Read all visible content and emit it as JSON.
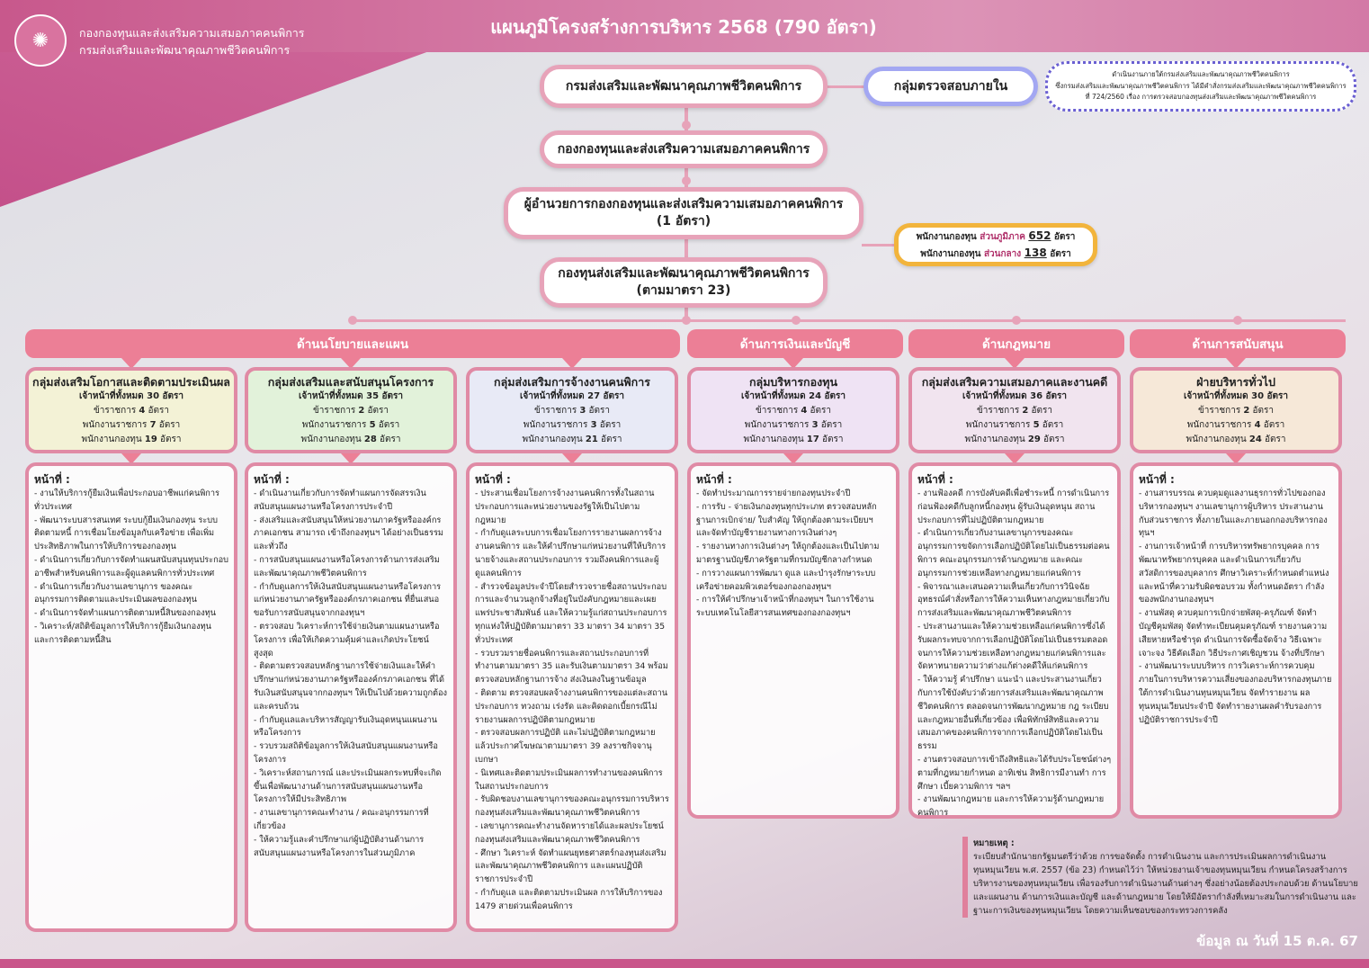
{
  "header": {
    "org_line1": "กองกองทุนและส่งเสริมความเสมอภาคคนพิการ",
    "org_line2": "กรมส่งเสริมและพัฒนาคุณภาพชีวิตคนพิการ",
    "title": "แผนภูมิโครงสร้างการบริหาร 2568 (790 อัตรา)"
  },
  "top": {
    "department": "กรมส่งเสริมและพัฒนาคุณภาพชีวิตคนพิการ",
    "division": "กองกองทุนและส่งเสริมความเสมอภาคคนพิการ",
    "director": "ผู้อำนวยการกองกองทุนและส่งเสริมความเสมอภาคคนพิการ",
    "director_count": "(1 อัตรา)",
    "fund": "กองทุนส่งเสริมและพัฒนาคุณภาพชีวิตคนพิการ",
    "fund_sub": "(ตามมาตรา 23)",
    "audit": "กลุ่มตรวจสอบภายใน",
    "audit_note": [
      "ดำเนินงานภายใต้กรมส่งเสริมและพัฒนาคุณภาพชีวิตคนพิการ",
      "ซึ่งกรมส่งเสริมและพัฒนาคุณภาพชีวิตคนพิการ ได้มีคำสั่งกรมส่งเสริมและพัฒนาคุณภาพชีวิตคนพิการ",
      "ที่ 724/2560 เรื่อง การตรวจสอบกองทุนส่งเสริมและพัฒนาคุณภาพชีวิตคนพิการ"
    ],
    "staff": {
      "prefix": "พนักงานกองทุน",
      "regional_label": "ส่วนภูมิภาค",
      "regional_count": "652",
      "central_label": "ส่วนกลาง",
      "central_count": "138",
      "unit": "อัตรา"
    }
  },
  "categories": [
    "ด้านนโยบายและแผน",
    "ด้านการเงินและบัญชี",
    "ด้านกฎหมาย",
    "ด้านการสนับสนุน"
  ],
  "labels": {
    "total": "เจ้าหน้าที่ทั้งหมด",
    "civil": "ข้าราชการ",
    "gov_emp": "พนักงานราชการ",
    "fund_emp": "พนักงานกองทุน",
    "unit": "อัตรา",
    "duties": "หน้าที่ :"
  },
  "groups": [
    {
      "name": "กลุ่มส่งเสริมโอกาสและติดตามประเมินผล",
      "total": "30",
      "civil": "4",
      "gov_emp": "7",
      "fund_emp": "19",
      "color": "#f3f2d6",
      "duties": [
        "- งานให้บริการกู้ยืมเงินเพื่อประกอบอาชีพแก่คนพิการทั่วประเทศ",
        "- พัฒนาระบบสารสนเทศ ระบบกู้ยืมเงินกองทุน ระบบติดตามหนี้ การเชื่อมโยงข้อมูลกับเครือข่าย เพื่อเพิ่มประสิทธิภาพในการให้บริการของกองทุน",
        "- ดำเนินการเกี่ยวกับการจัดทำแผนสนับสนุนทุนประกอบอาชีพสำหรับคนพิการและผู้ดูแลคนพิการทั่วประเทศ",
        "- ดำเนินการเกี่ยวกับงานเลขานุการ ของคณะอนุกรรมการติดตามและประเมินผลของกองทุน",
        "- ดำเนินการจัดทำแผนการติดตามหนี้สินของกองทุน",
        "- วิเคราะห์/สถิติข้อมูลการให้บริการกู้ยืมเงินกองทุน และการติดตามหนี้สิน"
      ]
    },
    {
      "name": "กลุ่มส่งเสริมและสนับสนุนโครงการ",
      "total": "35",
      "civil": "2",
      "gov_emp": "5",
      "fund_emp": "28",
      "color": "#e2f2da",
      "duties": [
        "- ดำเนินงานเกี่ยวกับการจัดทำแผนการจัดสรรเงินสนับสนุนแผนงานหรือโครงการประจำปี",
        "- ส่งเสริมและสนับสนุนให้หน่วยงานภาครัฐหรือองค์กรภาคเอกชน สามารถ เข้าถึงกองทุนฯ ได้อย่างเป็นธรรมและทั่วถึง",
        "- การสนับสนุนแผนงานหรือโครงการด้านการส่งเสริมและพัฒนาคุณภาพชีวิตคนพิการ",
        "- กำกับดูแลการให้เงินสนับสนุนแผนงานหรือโครงการแก่หน่วยงานภาครัฐหรือองค์กรภาคเอกชน ที่ยื่นเสนอขอรับการสนับสนุนจากกองทุนฯ",
        "- ตรวจสอบ วิเคราะห์การใช้จ่ายเงินตามแผนงานหรือโครงการ เพื่อให้เกิดความคุ้มค่าและเกิดประโยชน์สูงสุด",
        "- ติดตามตรวจสอบหลักฐานการใช้จ่ายเงินและให้คำปรึกษาแก่หน่วยงานภาครัฐหรือองค์กรภาคเอกชน ที่ได้รับเงินสนับสนุนจากกองทุนฯ ให้เป็นไปด้วยความถูกต้องและครบถ้วน",
        "- กำกับดูแลและบริหารสัญญารับเงินอุดหนุนแผนงานหรือโครงการ",
        "- รวบรวมสถิติข้อมูลการให้เงินสนับสนุนแผนงานหรือโครงการ",
        "- วิเคราะห์สถานการณ์ และประเมินผลกระทบที่จะเกิดขึ้นเพื่อพัฒนางานด้านการสนับสนุนแผนงานหรือโครงการให้มีประสิทธิภาพ",
        "- งานเลขานุการคณะทำงาน / คณะอนุกรรมการที่เกี่ยวข้อง",
        "- ให้ความรู้และคำปรึกษาแก่ผู้ปฏิบัติงานด้านการสนับสนุนแผนงานหรือโครงการในส่วนภูมิภาค"
      ]
    },
    {
      "name": "กลุ่มส่งเสริมการจ้างงานคนพิการ",
      "total": "27",
      "civil": "3",
      "gov_emp": "3",
      "fund_emp": "21",
      "color": "#e8eaf6",
      "duties": [
        "- ประสานเชื่อมโยงการจ้างงานคนพิการทั้งในสถานประกอบการและหน่วยงานของรัฐให้เป็นไปตามกฎหมาย",
        "- กำกับดูแลระบบการเชื่อมโยงการรายงานผลการจ้างงานคนพิการ และให้คำปรึกษาแก่หน่วยงานที่ให้บริการนายจ้างและสถานประกอบการ รวมถึงคนพิการและผู้ดูแลคนพิการ",
        "- สำรวจข้อมูลประจำปีโดยสำรวจรายชื่อสถานประกอบการและจำนวนลูกจ้างที่อยู่ในบังคับกฎหมายและเผยแพร่ประชาสัมพันธ์ และให้ความรู้แก่สถานประกอบการทุกแห่งให้ปฏิบัติตามมาตรา 33 มาตรา 34 มาตรา 35 ทั่วประเทศ",
        "- รวบรวมรายชื่อคนพิการและสถานประกอบการที่ทำงานตามมาตรา 35 และรับเงินตามมาตรา 34 พร้อมตรวจสอบหลักฐานการจ้าง ส่งเงินลงในฐานข้อมูล",
        "- ติดตาม ตรวจสอบผลจ้างงานคนพิการของแต่ละสถานประกอบการ ทวงถาม เร่งรัด และคิดดอกเบี้ยกรณีไม่รายงานผลการปฏิบัติตามกฎหมาย",
        "- ตรวจสอบผลการปฏิบัติ และไม่ปฏิบัติตามกฎหมายแล้วประกาศโฆษณาตามมาตรา 39 ลงราชกิจจานุเบกษา",
        "- นิเทศและติดตามประเมินผลการทำงานของคนพิการในสถานประกอบการ",
        "- รับผิดชอบงานเลขานุการของคณะอนุกรรมการบริหารกองทุนส่งเสริมและพัฒนาคุณภาพชีวิตคนพิการ",
        "- เลขานุการคณะทำงานจัดหารายได้และผลประโยชน์กองทุนส่งเสริมและพัฒนาคุณภาพชีวิตคนพิการ",
        "- ศึกษา วิเคราะห์ จัดทำแผนยุทธศาสตร์กองทุนส่งเสริมและพัฒนาคุณภาพชีวิตคนพิการ และแผนปฏิบัติราชการประจำปี",
        "- กำกับดูแล และติดตามประเมินผล การให้บริการของ 1479 สายด่วนเพื่อคนพิการ"
      ]
    },
    {
      "name": "กลุ่มบริหารกองทุน",
      "total": "24",
      "civil": "4",
      "gov_emp": "3",
      "fund_emp": "17",
      "color": "#efe3f4",
      "duties": [
        "- จัดทำประมาณการรายจ่ายกองทุนประจำปี",
        "- การรับ - จ่ายเงินกองทุนทุกประเภท ตรวจสอบหลักฐานการเบิกจ่าย/ ใบสำคัญ ให้ถูกต้องตามระเบียบฯ และจัดทำบัญชีรายงานทางการเงินต่างๆ",
        "- รายงานทางการเงินต่างๆ ให้ถูกต้องและเป็นไปตามมาตรฐานบัญชีภาครัฐตามที่กรมบัญชีกลางกำหนด",
        "- การวางแผนการพัฒนา ดูแล และบำรุงรักษาระบบเครือข่ายคอมพิวเตอร์ของกองกองทุนฯ",
        "- การให้คำปรึกษาเจ้าหน้าที่กองทุนฯ ในการใช้งานระบบเทคโนโลยีสารสนเทศของกองกองทุนฯ"
      ]
    },
    {
      "name": "กลุ่มส่งเสริมความเสมอภาคและงานคดี",
      "total": "36",
      "civil": "2",
      "gov_emp": "5",
      "fund_emp": "29",
      "color": "#f1e4ef",
      "duties": [
        "- งานฟ้องคดี การบังคับคดีเพื่อชำระหนี้ การดำเนินการก่อนฟ้องคดีกับลูกหนี้กองทุน ผู้รับเงินอุดหนุน สถานประกอบการที่ไม่ปฏิบัติตามกฎหมาย",
        "- ดำเนินการเกี่ยวกับงานเลขานุการของคณะอนุกรรมการขจัดการเลือกปฏิบัติโดยไม่เป็นธรรมต่อคนพิการ คณะอนุกรรมการด้านกฎหมาย และคณะอนุกรรมการช่วยเหลือทางกฎหมายแก่คนพิการ",
        "- พิจารณาและเสนอความเห็นเกี่ยวกับการวินิจฉัยอุทธรณ์คำสั่งหรือการให้ความเห็นทางกฎหมายเกี่ยวกับการส่งเสริมและพัฒนาคุณภาพชีวิตคนพิการ",
        "- ประสานงานและให้ความช่วยเหลือแก่คนพิการซึ่งได้รับผลกระทบจากการเลือกปฏิบัติโดยไม่เป็นธรรมตลอดจนการให้ความช่วยเหลือทางกฎหมายแก่คนพิการและจัดหาทนายความว่าต่างแก้ต่างคดีให้แก่คนพิการ",
        "- ให้ความรู้ คำปรึกษา แนะนำ และประสานงานเกี่ยวกับการใช้บังคับว่าด้วยการส่งเสริมและพัฒนาคุณภาพชีวิตคนพิการ ตลอดจนการพัฒนากฎหมาย กฎ ระเบียบและกฎหมายอื่นที่เกี่ยวข้อง เพื่อพิทักษ์สิทธิและความเสมอภาคของคนพิการจากการเลือกปฏิบัติโดยไม่เป็นธรรม",
        "- งานตรวจสอบการเข้าถึงสิทธิและได้รับประโยชน์ต่างๆ ตามที่กฎหมายกำหนด อาทิเช่น สิทธิการมีงานทำ การศึกษา เบี้ยความพิการ ฯลฯ",
        "- งานพัฒนากฎหมาย และการให้ความรู้ด้านกฎหมายคนพิการ"
      ]
    },
    {
      "name": "ฝ่ายบริหารทั่วไป",
      "total": "30",
      "civil": "2",
      "gov_emp": "4",
      "fund_emp": "24",
      "color": "#f6e8d8",
      "duties": [
        "- งานสารบรรณ ควบคุมดูแลงานธุรการทั่วไปของกองบริหารกองทุนฯ งานเลขานุการผู้บริหาร ประสานงานกับส่วนราชการ ทั้งภายในและภายนอกกองบริหารกองทุนฯ",
        "- งานการเจ้าหน้าที่ การบริหารทรัพยากรบุคคล การพัฒนาทรัพยากรบุคคล และดำเนินการเกี่ยวกับสวัสดิการของบุคลากร ศึกษาวิเคราะห์กำหนดตำแหน่งและหน้าที่ความรับผิดชอบรวม ทั้งกำหนดอัตรา กำลังของพนักงานกองทุนฯ",
        "- งานพัสดุ ควบคุมการเบิกจ่ายพัสดุ-ครุภัณฑ์ จัดทำบัญชีคุมพัสดุ จัดทำทะเบียนคุมครุภัณฑ์ รายงานความเสียหายหรือชำรุด ดำเนินการจัดซื้อจัดจ้าง วิธีเฉพาะเจาะจง วิธีคัดเลือก วิธีประกาศเชิญชวน จ้างที่ปรึกษา",
        "- งานพัฒนาระบบบริหาร การวิเคราะห์การควบคุมภายในการบริหารความเสี่ยงของกองบริหารกองทุนภายใต้การดำเนินงานทุนหมุนเวียน จัดทำรายงาน ผลทุนหมุนเวียนประจำปี จัดทำรายงานผลคำรับรองการปฏิบัติราชการประจำปี"
      ]
    }
  ],
  "remark": {
    "heading": "หมายเหตุ :",
    "text": "ระเบียบสำนักนายกรัฐมนตรีว่าด้วย การขอจัดตั้ง การดำเนินงาน และการประเมินผลการดำเนินงานทุนหมุนเวียน พ.ศ. 2557 (ข้อ 23) กำหนดไว้ว่า ให้หน่วยงานเจ้าของทุนหมุนเวียน กำหนดโครงสร้างการบริหารงานของทุนหมุนเวียน เพื่อรองรับการดำเนินงานด้านต่างๆ ซึ่งอย่างน้อยต้องประกอบด้วย ด้านนโยบายและแผนงาน ด้านการเงินและบัญชี และด้านกฎหมาย โดยให้มีอัตรากำลังที่เหมาะสมในการดำเนินงาน และฐานะการเงินของทุนหมุนเวียน โดยความเห็นชอบของกระทรวงการคลัง"
  },
  "as_of": "ข้อมูล ณ วันที่ 15 ต.ค. 67",
  "colors": {
    "accent": "#ec7f96",
    "border": "#e08aa5",
    "header": "#c8588c",
    "audit_border": "#a3a7f2",
    "staff_border": "#f2b43c"
  }
}
